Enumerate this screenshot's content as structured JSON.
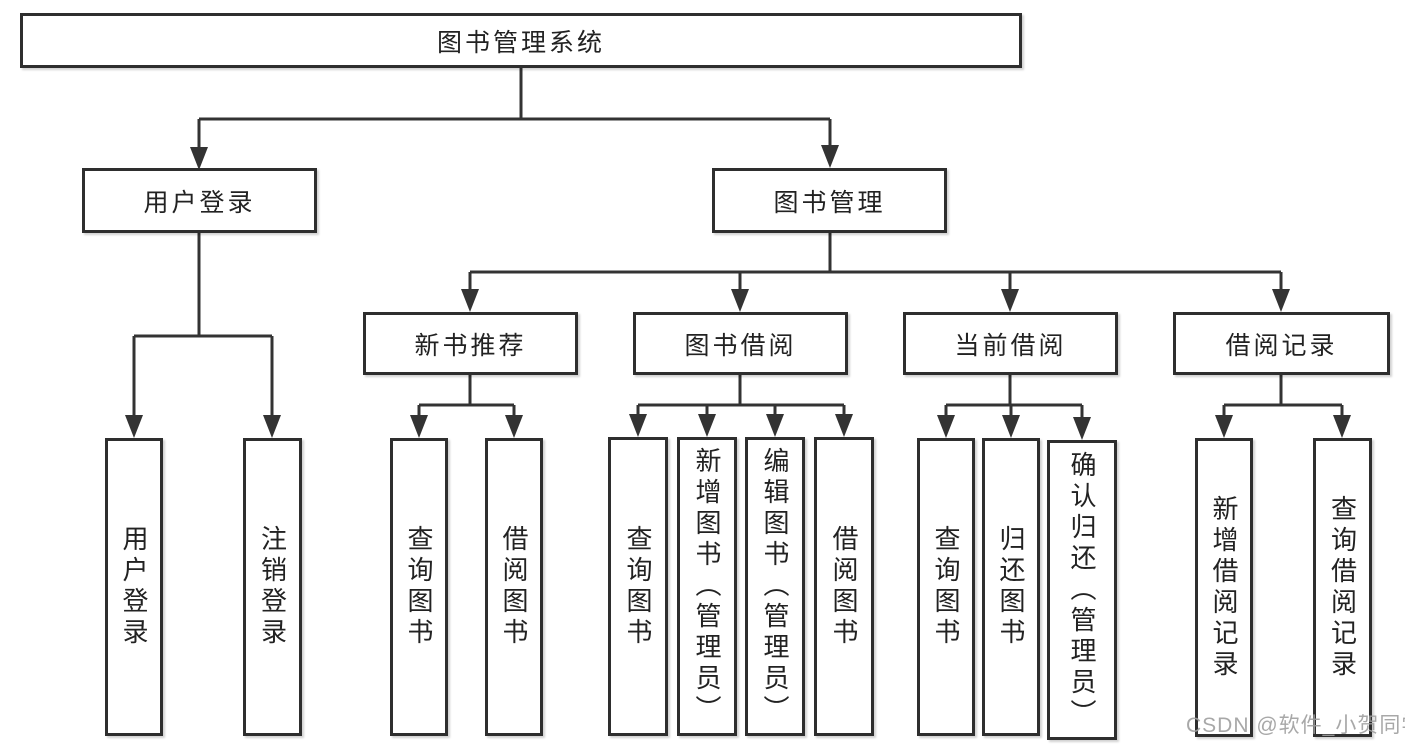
{
  "colors": {
    "line": "#333333",
    "box_border": "#2e2e2e",
    "text": "#222222",
    "watermark": "#9e9e9e",
    "background": "#ffffff"
  },
  "root": {
    "label": "图书管理系统"
  },
  "user_login": {
    "label": "用户登录",
    "leaves": [
      {
        "label": "用户登录"
      },
      {
        "label": "注销登录"
      }
    ]
  },
  "book_mgmt": {
    "label": "图书管理",
    "sections": [
      {
        "label": "新书推荐",
        "leaves": [
          {
            "label": "查询图书"
          },
          {
            "label": "借阅图书"
          }
        ]
      },
      {
        "label": "图书借阅",
        "leaves": [
          {
            "label": "查询图书"
          },
          {
            "label": "新增图书（管理员）"
          },
          {
            "label": "编辑图书（管理员）"
          },
          {
            "label": "借阅图书"
          }
        ]
      },
      {
        "label": "当前借阅",
        "leaves": [
          {
            "label": "查询图书"
          },
          {
            "label": "归还图书"
          },
          {
            "label": "确认归还（管理员）"
          }
        ]
      },
      {
        "label": "借阅记录",
        "leaves": [
          {
            "label": "新增借阅记录"
          },
          {
            "label": "查询借阅记录"
          }
        ]
      }
    ]
  },
  "watermark": "CSDN @软件_小贺同学"
}
